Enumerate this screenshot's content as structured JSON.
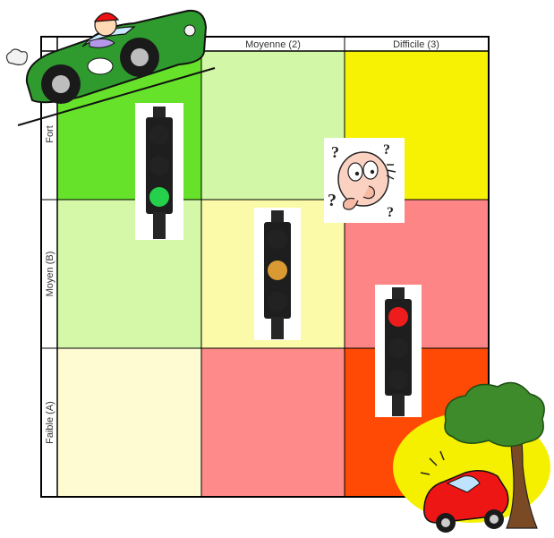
{
  "grid": {
    "column_headers": [
      "",
      "Moyenne (2)",
      "Difficile (3)"
    ],
    "row_headers": [
      "Fort",
      "Moyen (B)",
      "Faible (A)"
    ],
    "cell_colors": [
      [
        "#66e22a",
        "#d2f7a6",
        "#f7f204"
      ],
      [
        "#d4f8a8",
        "#fafaa8",
        "#fe8585"
      ],
      [
        "#fefad2",
        "#fe8a8a",
        "#fe4a05"
      ]
    ]
  },
  "traffic_lights": [
    {
      "name": "green",
      "lit": "green",
      "cell": [
        0,
        0
      ]
    },
    {
      "name": "amber",
      "lit": "amber",
      "cell": [
        1,
        1
      ]
    },
    {
      "name": "red",
      "lit": "red",
      "cell": [
        1,
        2
      ]
    }
  ],
  "illustrations": [
    "race-car",
    "confused-face",
    "car-crash-tree"
  ],
  "colors": {
    "light_green": "#25d04b",
    "light_amber": "#d99a33",
    "light_red": "#ee1c1c",
    "light_off": "#222222",
    "car_green": "#2f9b2f",
    "car_red": "#ee1515",
    "crash_circle": "#f5f000",
    "tree": "#3d8b2a"
  }
}
